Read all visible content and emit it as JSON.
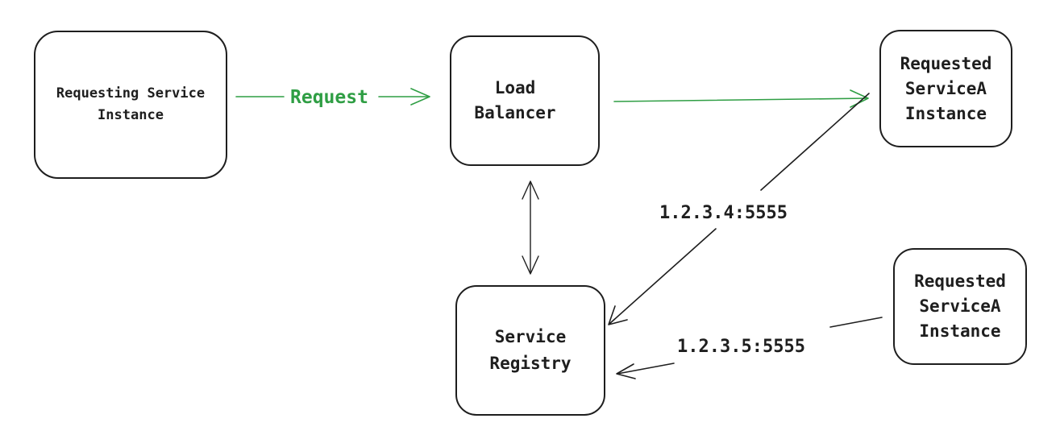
{
  "nodes": {
    "requesting_service": {
      "label": "Requesting Service\nInstance"
    },
    "load_balancer": {
      "label": "Load\nBalancer"
    },
    "service_registry": {
      "label": "Service\nRegistry"
    },
    "requested_instance_1": {
      "label": "Requested\nServiceA\nInstance"
    },
    "requested_instance_2": {
      "label": "Requested\nServiceA\nInstance"
    }
  },
  "edges": {
    "request": {
      "from": "requesting_service",
      "to": "load_balancer",
      "label": "Request",
      "color": "#2f9e44"
    },
    "forward": {
      "from": "load_balancer",
      "to": "requested_instance_1",
      "color": "#2f9e44"
    },
    "lookup": {
      "from": "load_balancer",
      "to": "service_registry",
      "bidirectional": true,
      "color": "#1e1e1e"
    },
    "register_1": {
      "from": "requested_instance_1",
      "to": "service_registry",
      "label": "1.2.3.4:5555",
      "color": "#1e1e1e"
    },
    "register_2": {
      "from": "requested_instance_2",
      "to": "service_registry",
      "label": "1.2.3.5:5555",
      "color": "#1e1e1e"
    }
  },
  "colors": {
    "ink": "#1e1e1e",
    "accent": "#2f9e44",
    "background": "#ffffff"
  }
}
